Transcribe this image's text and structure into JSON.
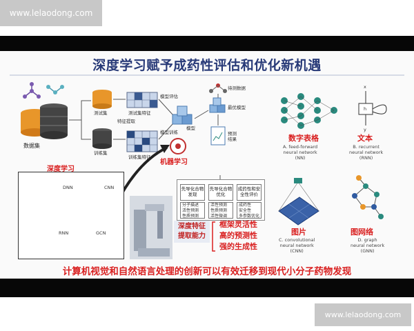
{
  "watermark_top": "www.lelaodong.com",
  "watermark_bottom": "www.lelaodong.com",
  "title": "深度学习赋予成药性评估和优化新机遇",
  "left": {
    "dataset": "数据集",
    "test_set": "测试集",
    "train_set": "训练集",
    "test_features": "测试集特征",
    "train_features": "训练集特征",
    "feature_extract": "特征提取",
    "model_eval": "模型评估",
    "model_train": "模型训练",
    "model": "模型",
    "to_predict": "待测数据",
    "best_model": "最优模型",
    "predict_result": "预测\n结果"
  },
  "deep_learning": {
    "title": "深度学习",
    "dnn": "DNN",
    "cnn": "CNN",
    "rnn": "RNN",
    "gcn": "GCN"
  },
  "machine_learning": "机器学习",
  "ml_tasks": [
    {
      "title": "先导化合物发现",
      "items": [
        "分子描述",
        "活性预测",
        "性质预测"
      ]
    },
    {
      "title": "先导化合物优化",
      "items": [
        "活性预测",
        "性质预测",
        "活性微调"
      ]
    },
    {
      "title": "成药性和安全性评价",
      "items": [
        "成药性",
        "安全性",
        "多参数优化"
      ]
    }
  ],
  "deep_feature": "深度特征\n提取能力",
  "advantages": [
    "框架灵活性",
    "高的预测性",
    "强的生成性"
  ],
  "right": {
    "table_title": "数字表格",
    "text_title": "文本",
    "image_title": "图片",
    "graph_title": "图网络",
    "nn_a": "A. feed-forward\nneural network\n(NN)",
    "nn_b": "B. recurrent\nneural network\n(RNN)",
    "nn_c": "C. convolutional\nneural network\n(CNN)",
    "nn_d": "D. graph\nneural network\n(GNN)",
    "x_label": "x",
    "h_label": "h",
    "y_label": "y"
  },
  "bottom_text": "计算机视觉和自然语言处理的创新可以有效迁移到现代小分子药物发现",
  "colors": {
    "title": "#283a78",
    "accent_red": "#d92020",
    "teal": "#2a8a7e",
    "blue": "#2f5aa0",
    "orange": "#e8962a"
  }
}
